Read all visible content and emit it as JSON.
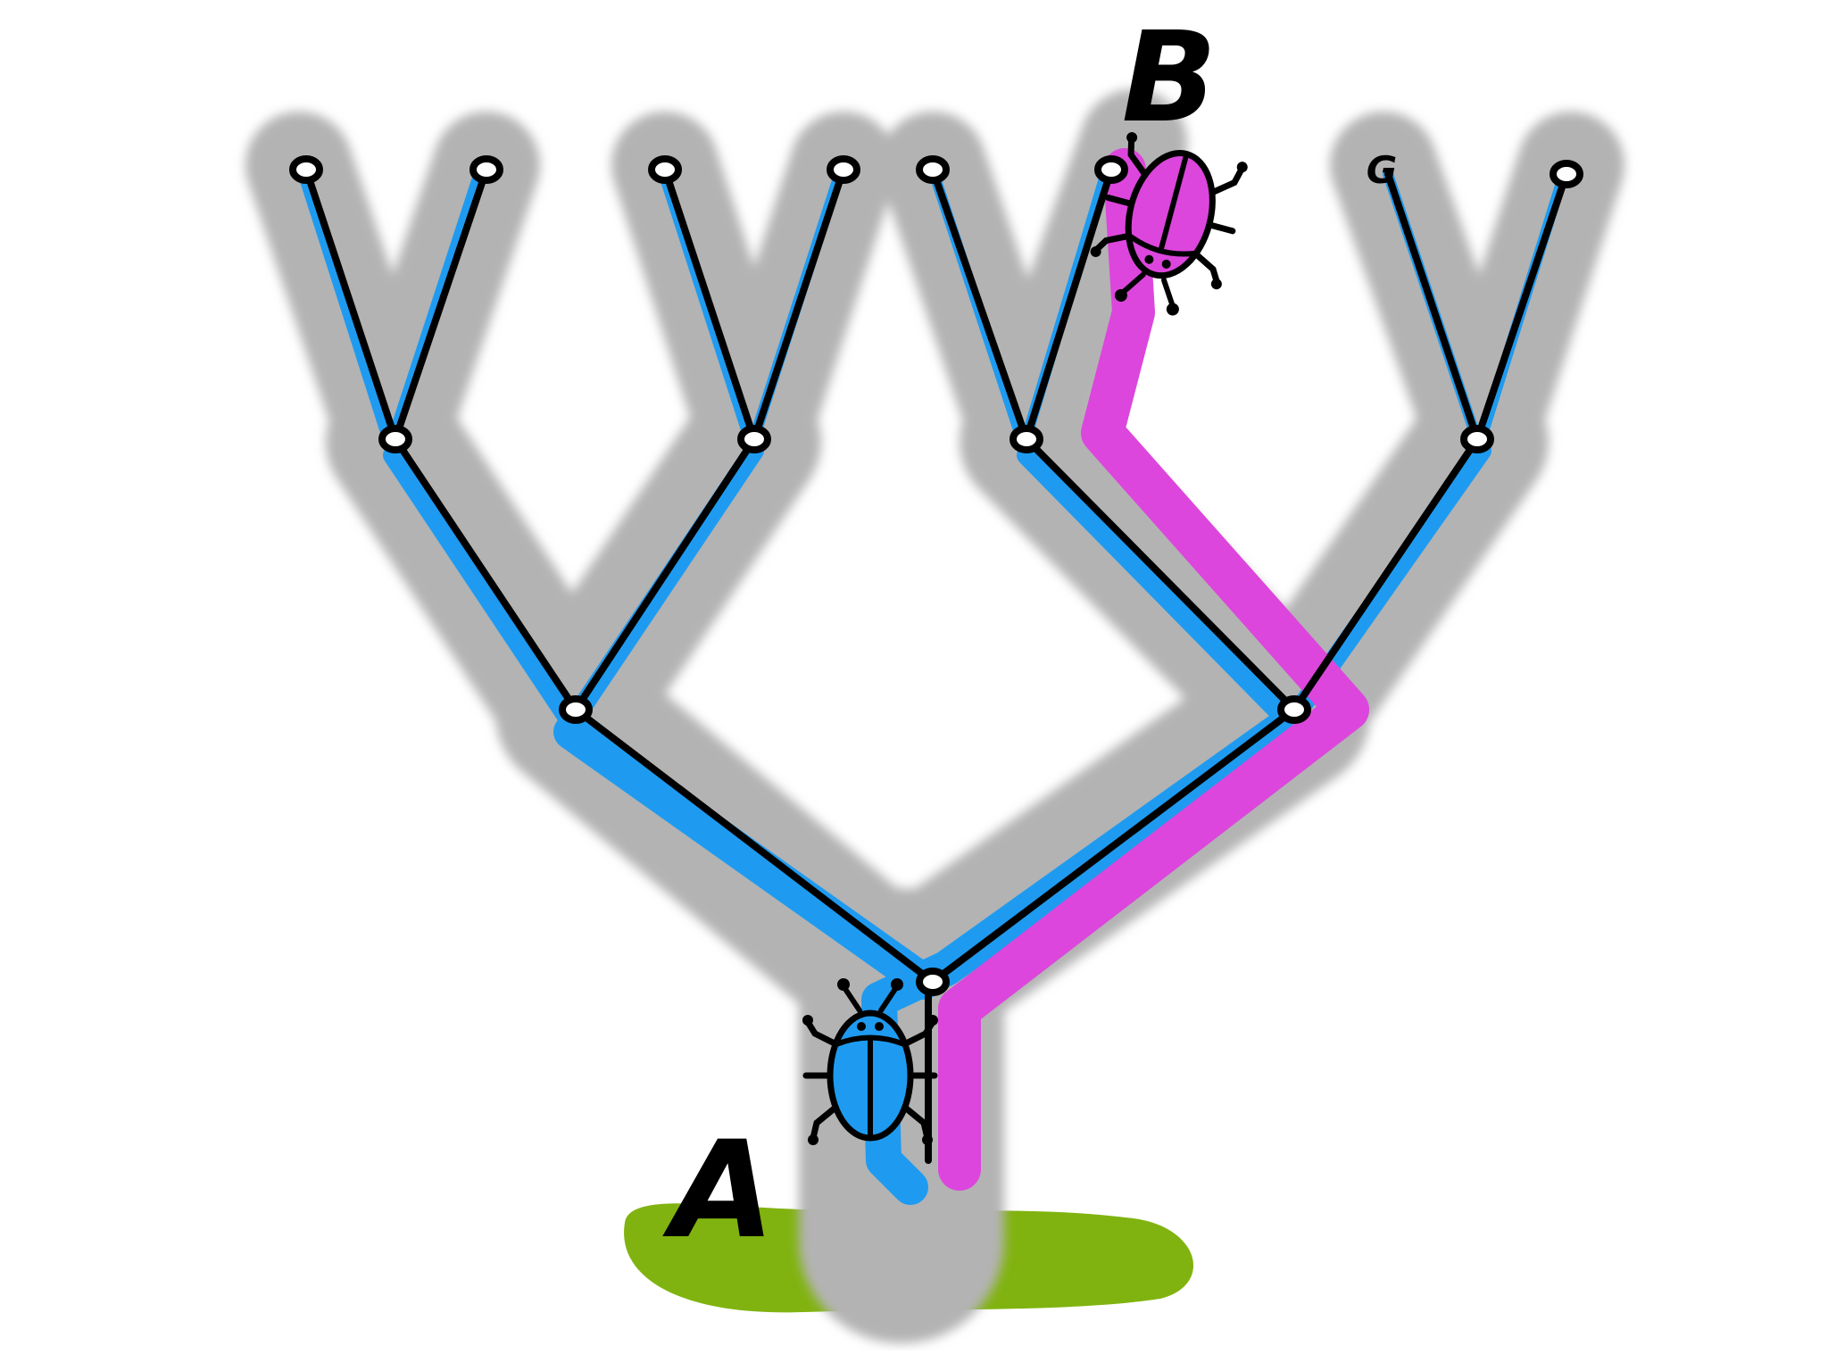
{
  "colors": {
    "background": "#ffffff",
    "trunk_gray": "#b3b3b3",
    "path_blue": "#1e9bf0",
    "path_magenta": "#dc46dc",
    "ground_green": "#80b30f",
    "line_black": "#000000",
    "node_fill": "#ffffff"
  },
  "labels": {
    "start": "A",
    "target": "B",
    "leaf_mark": "G"
  },
  "icons": {
    "blue_bug": "beetle-icon",
    "magenta_bug": "beetle-icon"
  }
}
